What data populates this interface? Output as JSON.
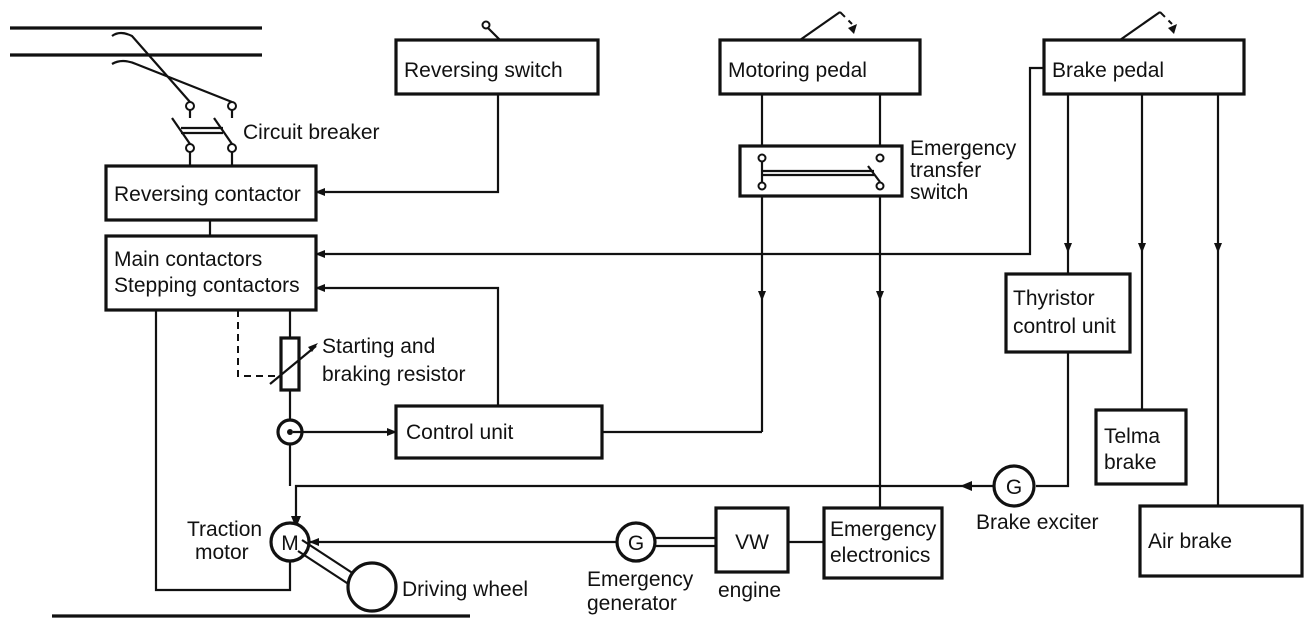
{
  "labels": {
    "circuit_breaker": "Circuit breaker",
    "reversing_switch": "Reversing switch",
    "motoring_pedal": "Motoring pedal",
    "brake_pedal": "Brake pedal",
    "reversing_contactor": "Reversing contactor",
    "main_contactors": "Main contactors",
    "stepping_contactors": "Stepping contactors",
    "emergency_transfer_switch": [
      "Emergency",
      "transfer",
      "switch"
    ],
    "starting_braking_resistor": [
      "Starting and",
      "braking resistor"
    ],
    "thyristor_control_unit": [
      "Thyristor",
      "control unit"
    ],
    "control_unit": "Control unit",
    "telma_brake": [
      "Telma",
      "brake"
    ],
    "traction_motor": [
      "Traction",
      "motor"
    ],
    "motor_symbol": "M",
    "generator_symbol": "G",
    "brake_exciter": "Brake exciter",
    "vw": "VW",
    "engine": "engine",
    "emergency_electronics": [
      "Emergency",
      "electronics"
    ],
    "emergency_generator": [
      "Emergency",
      "generator"
    ],
    "air_brake": "Air brake",
    "driving_wheel": "Driving wheel"
  },
  "colors": {
    "ink": "#111111",
    "paper": "#ffffff"
  }
}
